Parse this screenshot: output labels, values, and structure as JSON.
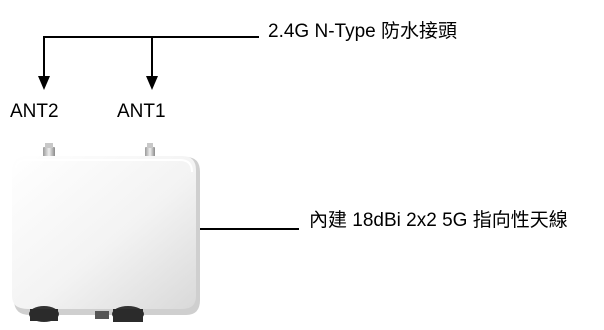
{
  "labels": {
    "ant2": "ANT2",
    "ant1": "ANT1",
    "connector_note": "2.4G N-Type 防水接頭",
    "internal_antenna_note": "內建 18dBi 2x2 5G 指向性天線"
  },
  "colors": {
    "line": "#000000",
    "device_body": "#f4f4f4",
    "device_shadow": "#bdbdbd",
    "connector": "#cfcfcf",
    "gland": "#2b2b2b"
  }
}
